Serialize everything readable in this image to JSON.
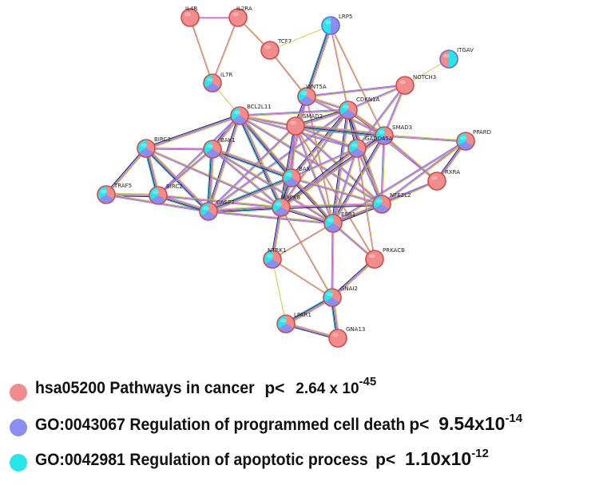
{
  "colors": {
    "cancer": "#f08c8c",
    "cell_death": "#8a8ef0",
    "apoptosis": "#27e6ea",
    "node_stroke": "#d24a4a",
    "edge_colors": [
      "#1a1a1a",
      "#c7cc22",
      "#d14fd1",
      "#6b7fff",
      "#2bb5b5",
      "#8a8a8a"
    ]
  },
  "nodes": [
    {
      "id": "IL4R",
      "label": "IL4R",
      "terms": [
        "cancer"
      ]
    },
    {
      "id": "IL2RA",
      "label": "IL2RA",
      "terms": [
        "cancer"
      ]
    },
    {
      "id": "TCF7",
      "label": "TCF7",
      "terms": [
        "cancer"
      ]
    },
    {
      "id": "LRP5",
      "label": "LRP5",
      "terms": [
        "cell_death",
        "apoptosis"
      ]
    },
    {
      "id": "ITGAV",
      "label": "ITGAV",
      "terms": [
        "apoptosis",
        "cancer"
      ]
    },
    {
      "id": "IL7R",
      "label": "IL7R",
      "terms": [
        "cancer",
        "cell_death",
        "apoptosis"
      ]
    },
    {
      "id": "NOTCH3",
      "label": "NOTCH3",
      "terms": [
        "cancer"
      ]
    },
    {
      "id": "WNT5A",
      "label": "WNT5A",
      "terms": [
        "cancer",
        "cell_death",
        "apoptosis"
      ]
    },
    {
      "id": "CDKN1A",
      "label": "CDKN1A",
      "terms": [
        "cancer",
        "cell_death",
        "apoptosis"
      ]
    },
    {
      "id": "BCL2L11",
      "label": "BCL2L11",
      "terms": [
        "cancer",
        "cell_death",
        "apoptosis"
      ]
    },
    {
      "id": "SMAD2",
      "label": "SMAD2",
      "terms": [
        "cancer"
      ]
    },
    {
      "id": "SMAD3",
      "label": "SMAD3",
      "terms": [
        "cancer",
        "cell_death",
        "apoptosis"
      ]
    },
    {
      "id": "GADD45A",
      "label": "GADD45A",
      "terms": [
        "cancer",
        "cell_death",
        "apoptosis"
      ]
    },
    {
      "id": "PPARD",
      "label": "PPARD",
      "terms": [
        "cancer",
        "cell_death",
        "apoptosis"
      ]
    },
    {
      "id": "BIRC3",
      "label": "BIRC3",
      "terms": [
        "cancer",
        "cell_death",
        "apoptosis"
      ]
    },
    {
      "id": "BAK1",
      "label": "BAK1",
      "terms": [
        "cancer",
        "cell_death",
        "apoptosis"
      ]
    },
    {
      "id": "RXRA",
      "label": "RXRA",
      "terms": [
        "cancer"
      ]
    },
    {
      "id": "BAX",
      "label": "BAX",
      "terms": [
        "cancer",
        "cell_death",
        "apoptosis"
      ]
    },
    {
      "id": "TRAF5",
      "label": "TRAF5",
      "terms": [
        "cancer",
        "cell_death",
        "apoptosis"
      ]
    },
    {
      "id": "BIRC2",
      "label": "BIRC2",
      "terms": [
        "cancer",
        "cell_death",
        "apoptosis"
      ]
    },
    {
      "id": "CASP7",
      "label": "CASP7",
      "terms": [
        "cancer",
        "cell_death",
        "apoptosis"
      ]
    },
    {
      "id": "MAPK8",
      "label": "MAPK8",
      "terms": [
        "cancer",
        "cell_death",
        "apoptosis"
      ]
    },
    {
      "id": "ESR1",
      "label": "ESR1",
      "terms": [
        "cancer",
        "cell_death",
        "apoptosis"
      ]
    },
    {
      "id": "NFE2L2",
      "label": "NFE2L2",
      "terms": [
        "cancer",
        "cell_death",
        "apoptosis"
      ]
    },
    {
      "id": "NTRK1",
      "label": "NTRK1",
      "terms": [
        "cancer",
        "cell_death",
        "apoptosis"
      ]
    },
    {
      "id": "PRKACB",
      "label": "PRKACB",
      "terms": [
        "cancer"
      ]
    },
    {
      "id": "GNAI2",
      "label": "GNAI2",
      "terms": [
        "cancer",
        "cell_death",
        "apoptosis"
      ]
    },
    {
      "id": "LPAR1",
      "label": "LPAR1",
      "terms": [
        "cancer",
        "cell_death",
        "apoptosis"
      ]
    },
    {
      "id": "GNA13",
      "label": "GNA13",
      "terms": [
        "cancer"
      ]
    }
  ],
  "legend": [
    {
      "key": "cancer",
      "term": "hsa05200 Pathways in cancer",
      "p_prefix": "p< ",
      "p_mantissa": "2.64 x 10",
      "p_exponent": "-45"
    },
    {
      "key": "cell_death",
      "term": "GO:0043067 Regulation of programmed cell death",
      "p_prefix": "p< ",
      "p_mantissa": "9.54x10",
      "p_exponent": "-14"
    },
    {
      "key": "apoptosis",
      "term": "GO:0042981 Regulation of apoptotic process",
      "p_prefix": "p< ",
      "p_mantissa": "1.10x10",
      "p_exponent": "-12"
    }
  ]
}
